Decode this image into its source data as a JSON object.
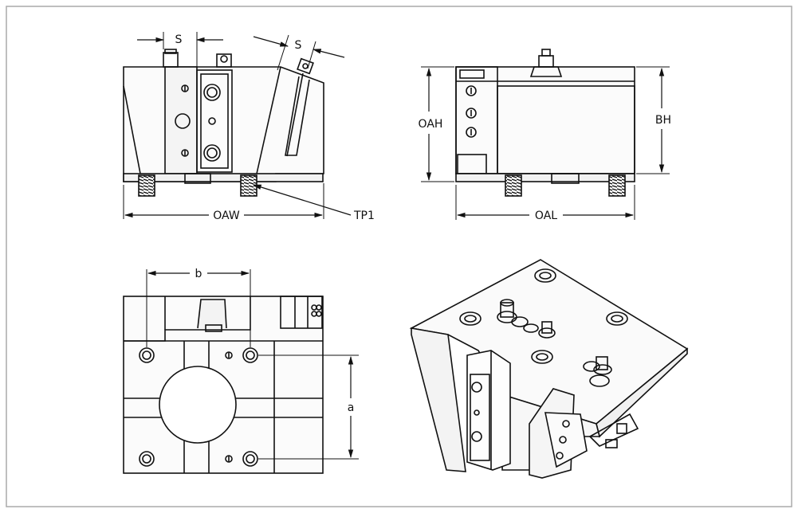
{
  "drawing": {
    "labels": {
      "s_left": "S",
      "s_right": "S",
      "oaw": "OAW",
      "tp1": "TP1",
      "oah": "OAH",
      "bh": "BH",
      "oal": "OAL",
      "b": "b",
      "a": "a"
    }
  }
}
